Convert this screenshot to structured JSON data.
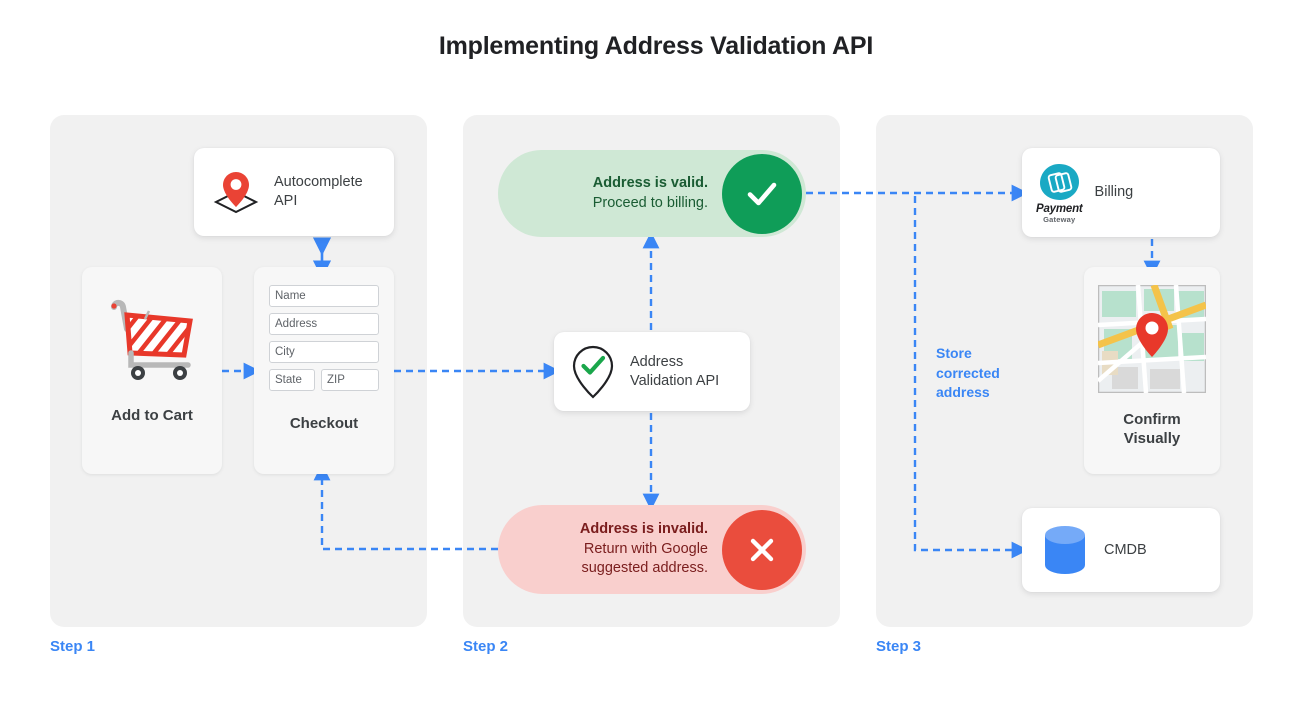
{
  "page": {
    "title": "Implementing Address Validation API",
    "background": "#ffffff",
    "accent_blue": "#3a86f5",
    "panel_bg": "#f1f1f1"
  },
  "steps": [
    {
      "id": "step-1",
      "label": "Step 1"
    },
    {
      "id": "step-2",
      "label": "Step 2"
    },
    {
      "id": "step-3",
      "label": "Step 3"
    }
  ],
  "step1": {
    "autocomplete_card": {
      "label": "Autocomplete API",
      "icon": "map-pin-diamond-icon"
    },
    "add_to_cart_card": {
      "title": "Add to Cart",
      "icon": "shopping-cart-icon"
    },
    "checkout_card": {
      "title": "Checkout",
      "fields": [
        {
          "name": "name-field",
          "placeholder": "Name"
        },
        {
          "name": "address-field",
          "placeholder": "Address"
        },
        {
          "name": "city-field",
          "placeholder": "City"
        },
        {
          "name": "state-field",
          "placeholder": "State"
        },
        {
          "name": "zip-field",
          "placeholder": "ZIP"
        }
      ]
    }
  },
  "step2": {
    "valid_pill": {
      "headline": "Address is valid.",
      "detail": "Proceed to billing.",
      "badge_icon": "check-icon",
      "badge_color": "#0f9d58",
      "pill_color": "#cfe8d5"
    },
    "validation_card": {
      "label": "Address Validation API",
      "icon": "map-pin-check-icon"
    },
    "invalid_pill": {
      "headline": "Address is invalid.",
      "detail_line_1": "Return with Google",
      "detail_line_2": "suggested address.",
      "badge_icon": "close-icon",
      "badge_color": "#ea4d3d",
      "pill_color": "#f9cfcd"
    }
  },
  "step3": {
    "billing_card": {
      "label": "Billing",
      "logo_primary": "Payment",
      "logo_secondary": "Gateway",
      "icon": "payment-gateway-logo",
      "logo_color": "#1aa9c4"
    },
    "confirm_card": {
      "title_line_1": "Confirm",
      "title_line_2": "Visually",
      "icon": "map-thumbnail-icon"
    },
    "cmdb_card": {
      "label": "CMDB",
      "icon": "database-cylinder-icon",
      "icon_color": "#3a86f5"
    },
    "store_note": {
      "line_1": "Store",
      "line_2": "corrected",
      "line_3": "address"
    }
  }
}
